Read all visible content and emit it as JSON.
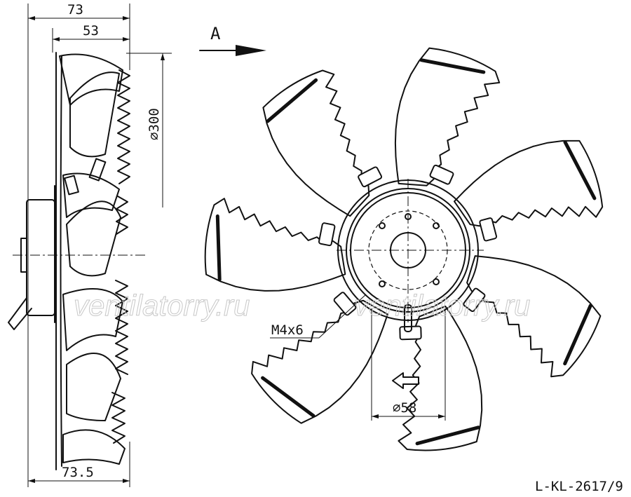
{
  "dimensions": {
    "overall_depth": "73",
    "hub_depth": "53",
    "diameter": "⌀300",
    "base_depth": "73.5",
    "bore_diameter": "⌀58",
    "thread": "M4x6"
  },
  "view_label": "A",
  "watermark": {
    "left": "ventilatorry.ru",
    "right": "ventilatorry.ru"
  },
  "drawing_code": "L-KL-2617/9",
  "colors": {
    "ink": "#111111",
    "paper": "#ffffff",
    "watermark": "#c8c8c8"
  },
  "icons": {
    "view_arrow": "arrow-right-icon",
    "rotation_arrow": "arrow-left-icon"
  }
}
